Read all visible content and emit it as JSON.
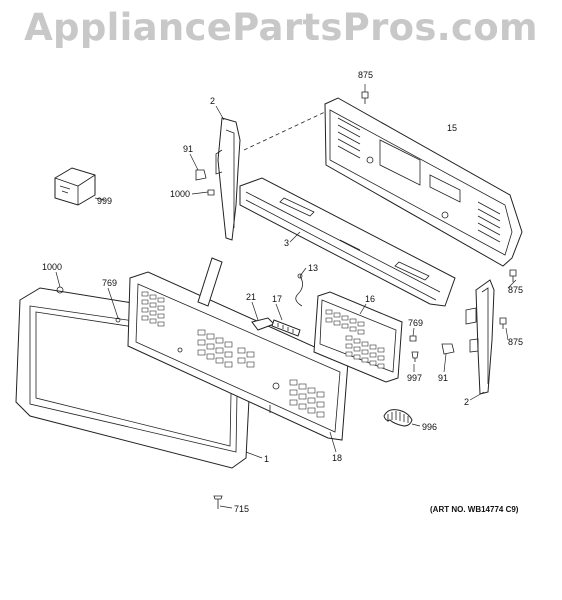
{
  "watermark": "AppliancePartsPros.com",
  "art_number": "(ART NO. WB14774 C9)",
  "callouts": {
    "c875a": "875",
    "c15": "15",
    "c2a": "2",
    "c91a": "91",
    "c1000a": "1000",
    "c999": "999",
    "c3": "3",
    "c1000b": "1000",
    "c769a": "769",
    "c13": "13",
    "c875b": "875",
    "c21": "21",
    "c17": "17",
    "c16": "16",
    "c769b": "769",
    "c875c": "875",
    "c997": "997",
    "c91b": "91",
    "c2b": "2",
    "c996": "996",
    "c1": "1",
    "c18": "18",
    "c715": "715"
  }
}
